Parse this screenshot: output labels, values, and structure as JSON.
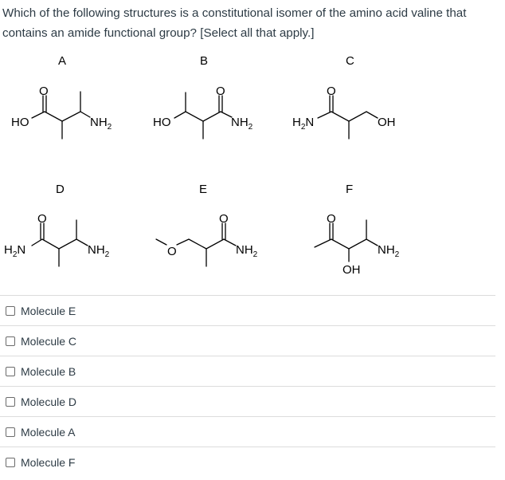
{
  "question": {
    "text": "Which of the following structures is a constitutional isomer of the amino acid valine that contains an amide functional group? [Select all that apply.]"
  },
  "structures": [
    {
      "label": "A",
      "description": "3-amino-2-methylbutanoic acid",
      "groups": [
        "HO",
        "O",
        "NH2"
      ]
    },
    {
      "label": "B",
      "description": "3-hydroxy-2-methylbutanamide",
      "groups": [
        "HO",
        "O",
        "NH2"
      ]
    },
    {
      "label": "C",
      "description": "3-hydroxy-2-methylpropanamide",
      "groups": [
        "H2N",
        "O",
        "OH"
      ]
    },
    {
      "label": "D",
      "description": "3-amino-2-methylbutanamide",
      "groups": [
        "H2N",
        "O",
        "NH2"
      ]
    },
    {
      "label": "E",
      "description": "3-methoxy-2-methylpropanamide",
      "groups": [
        "O",
        "O",
        "NH2"
      ]
    },
    {
      "label": "F",
      "description": "4-amino-3-hydroxypentan-2-one",
      "groups": [
        "O",
        "OH",
        "NH2"
      ]
    }
  ],
  "atoms": {
    "ho": "HO",
    "oh": "OH",
    "o": "O",
    "n": "N",
    "nh": "NH",
    "h": "H",
    "sub2": "2"
  },
  "answers": [
    {
      "label": "Molecule E",
      "checked": false
    },
    {
      "label": "Molecule C",
      "checked": false
    },
    {
      "label": "Molecule B",
      "checked": false
    },
    {
      "label": "Molecule D",
      "checked": false
    },
    {
      "label": "Molecule A",
      "checked": false
    },
    {
      "label": "Molecule F",
      "checked": false
    }
  ],
  "colors": {
    "text": "#2d3b45",
    "divider": "#dcdcdc",
    "checkbox_border": "#6b6b6b"
  }
}
